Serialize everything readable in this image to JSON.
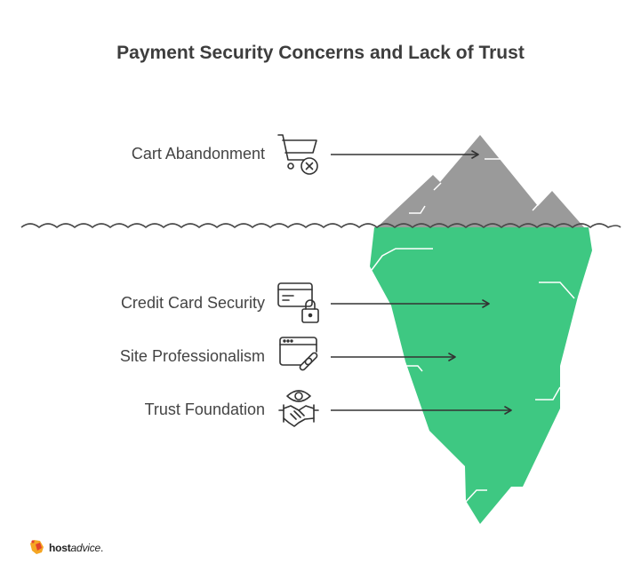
{
  "title": "Payment Security Concerns and Lack of Trust",
  "above_water": {
    "label": "Cart Abandonment",
    "icon": "cart-remove-icon"
  },
  "below_water": [
    {
      "label": "Credit Card Security",
      "icon": "credit-card-lock-icon"
    },
    {
      "label": "Site Professionalism",
      "icon": "browser-link-icon"
    },
    {
      "label": "Trust Foundation",
      "icon": "eye-handshake-icon"
    }
  ],
  "colors": {
    "iceberg_tip": "#9a9a9a",
    "iceberg_body": "#3ec882",
    "text": "#444444",
    "lines": "#333333"
  },
  "brand": {
    "name_bold": "host",
    "name_regular": "advice",
    "suffix": ".",
    "icon": "hostadvice-logo-icon"
  }
}
